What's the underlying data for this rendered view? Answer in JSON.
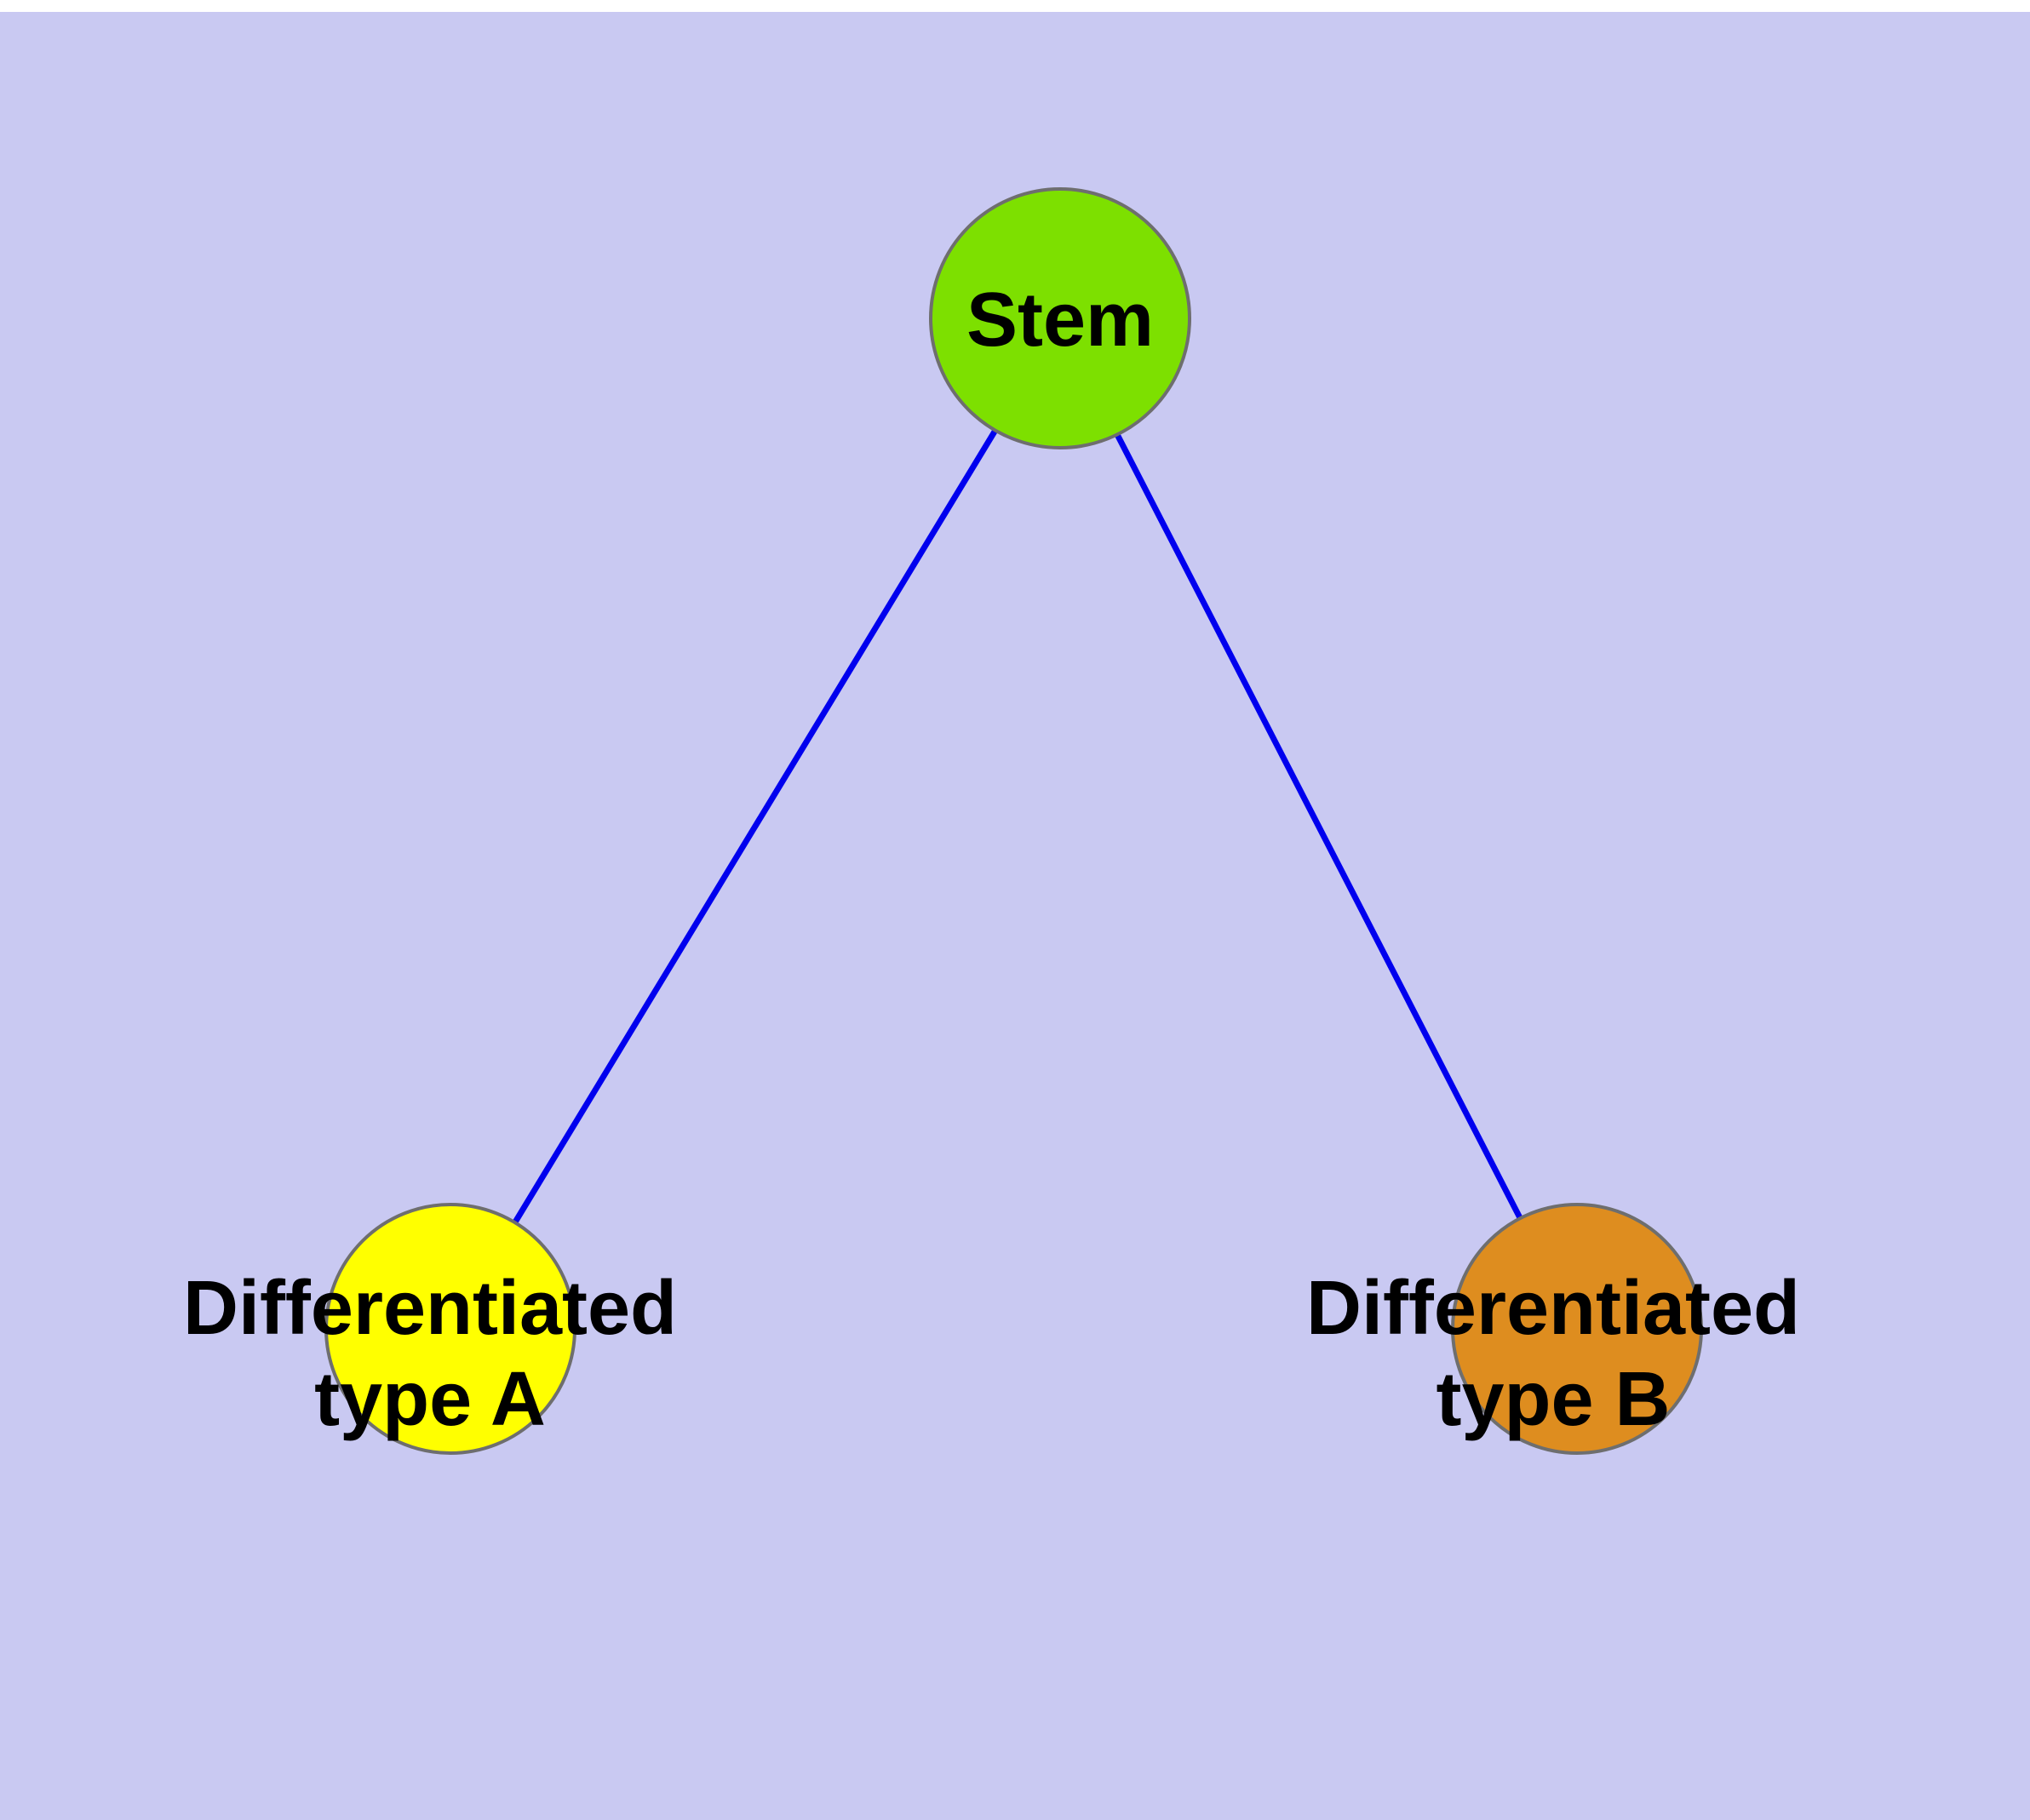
{
  "diagram": {
    "background_color": "#c9c9f2",
    "edge_color": "#0000ee",
    "node_border_color": "#6e6e6e",
    "nodes": {
      "stem": {
        "label": "Stem",
        "color": "#7de000"
      },
      "type_a": {
        "label_line1": "Differentiated",
        "label_line2": "type A",
        "color": "#ffff00"
      },
      "type_b": {
        "label_line1": "Differentiated",
        "label_line2": "type B",
        "color": "#de8d1f"
      }
    },
    "edges": [
      {
        "from": "stem",
        "to": "type_a"
      },
      {
        "from": "stem",
        "to": "type_b"
      }
    ]
  }
}
